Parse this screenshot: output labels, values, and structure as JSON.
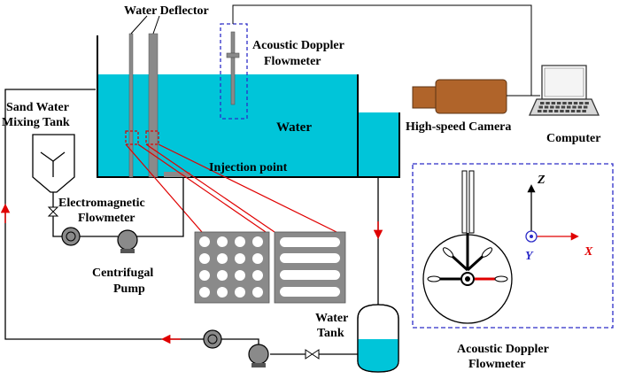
{
  "labels": {
    "water_deflector": "Water Deflector",
    "adv_line1": "Acoustic Doppler",
    "adv_line2": "Flowmeter",
    "water": "Water",
    "sand_line1": "Sand Water",
    "sand_line2": "Mixing Tank",
    "high_speed_camera": "High-speed Camera",
    "computer": "Computer",
    "injection_point": "Injection point",
    "em_line1": "Electromagnetic",
    "em_line2": "Flowmeter",
    "pump_line1": "Centrifugal",
    "pump_line2": "Pump",
    "tank_line1": "Water",
    "tank_line2": "Tank",
    "inset_line1": "Acoustic Doppler",
    "inset_line2": "Flowmeter",
    "axis_z": "Z",
    "axis_y": "Y",
    "axis_x": "X"
  },
  "colors": {
    "water": "#00c5d9",
    "flow_arrow": "#e00000",
    "dashed_box": "#2c2cc8",
    "deflector": "#808080",
    "camera": "#b0642a",
    "pipe": "#000000"
  }
}
